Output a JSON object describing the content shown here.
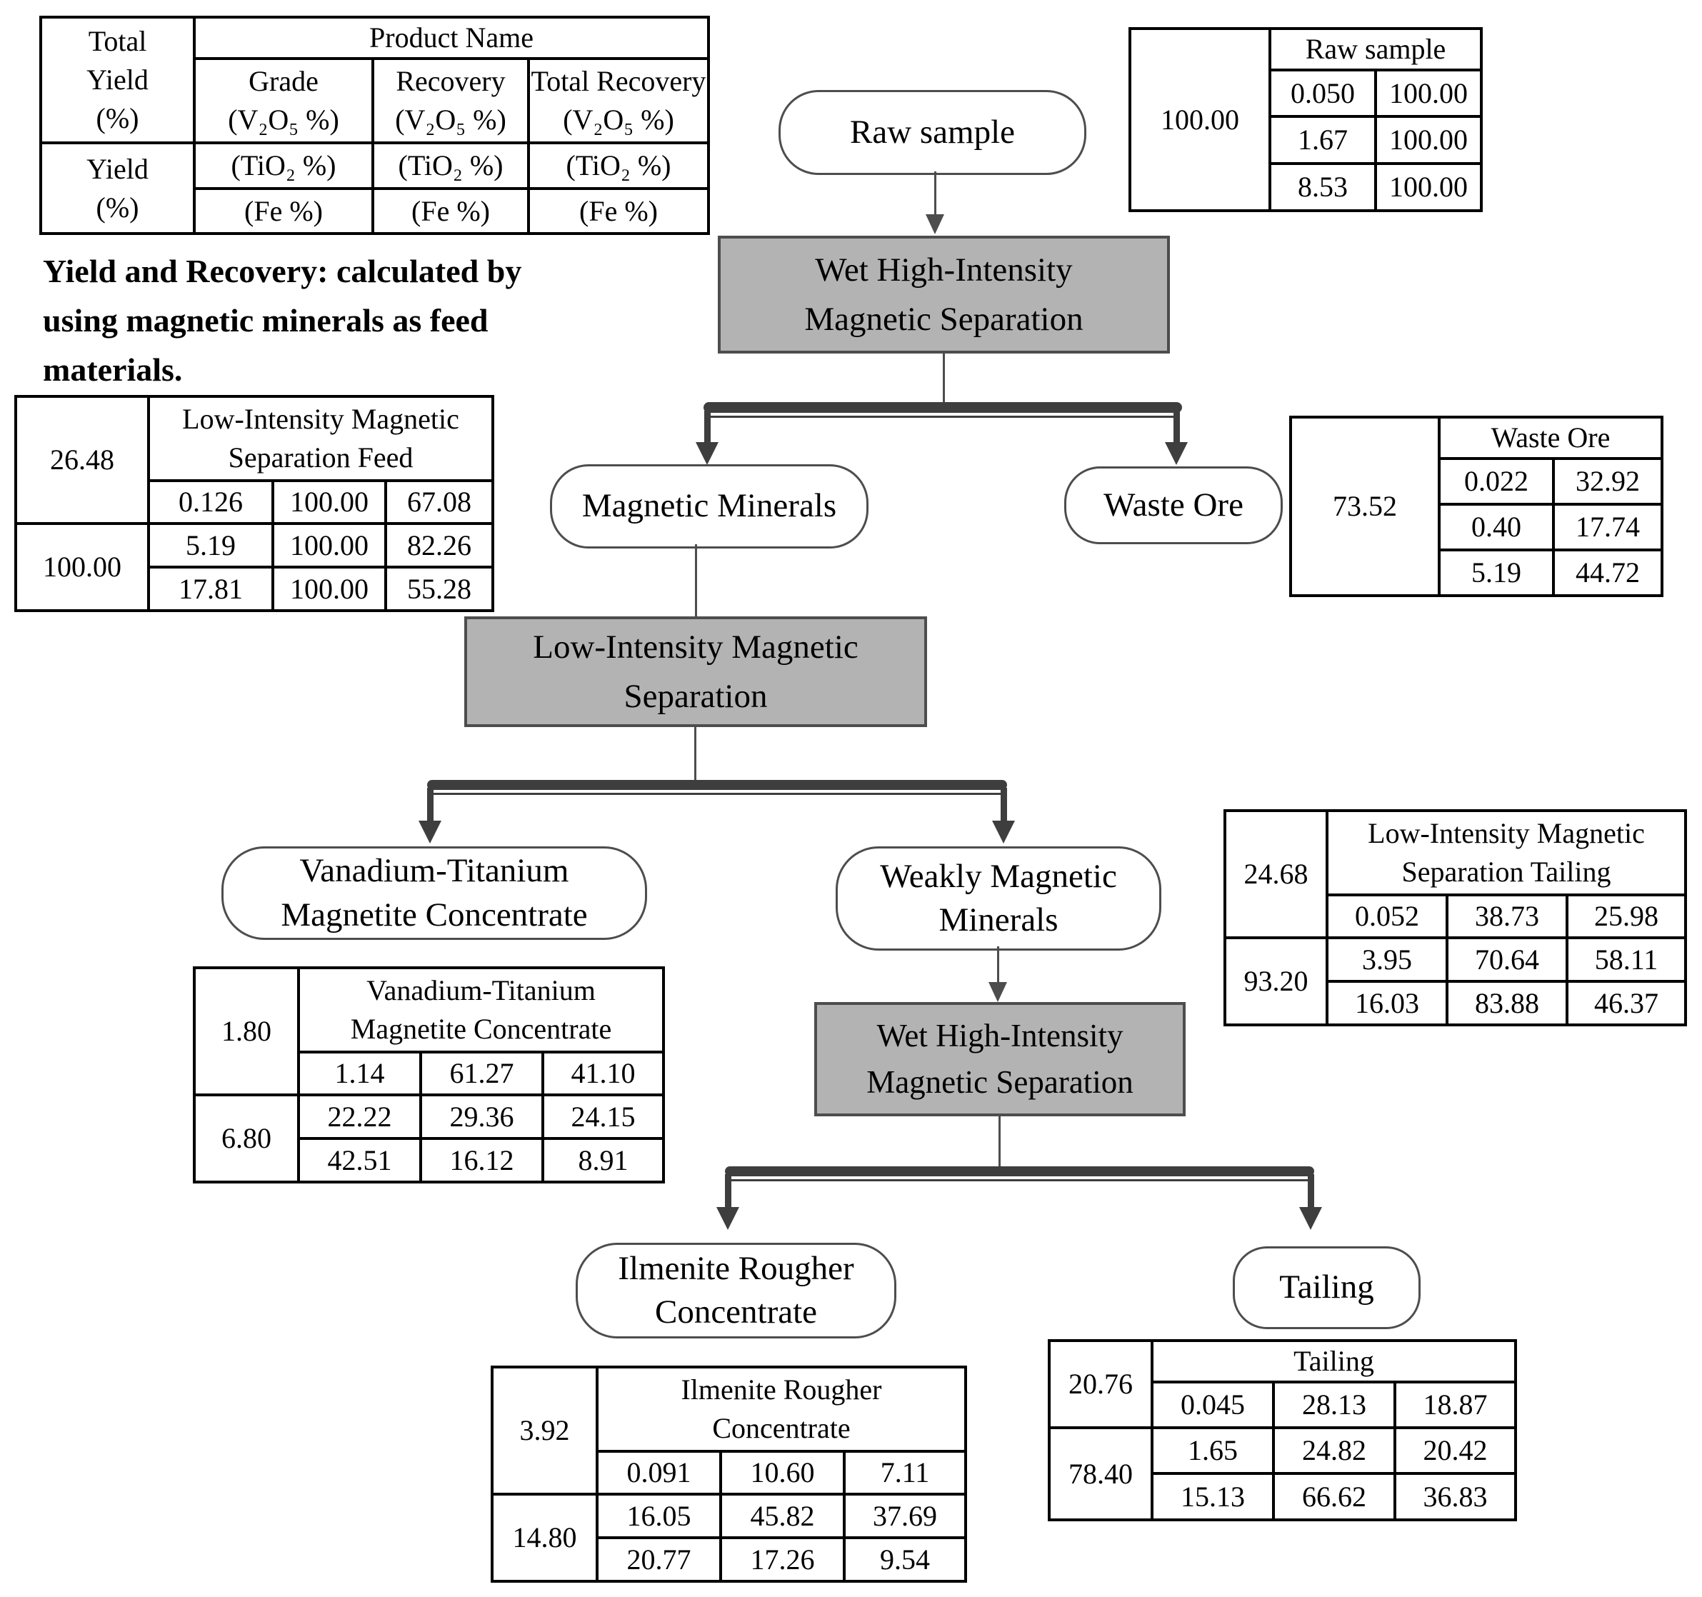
{
  "legend": {
    "total_yield_label": "Total\nYield\n(%)",
    "yield_label": "Yield\n(%)",
    "product_name": "Product Name",
    "grade": "Grade\n(V₂O₅ %)",
    "recovery": "Recovery\n(V₂O₅ %)",
    "total_recovery": "Total Recovery\n(V₂O₅ %)",
    "tio2": "(TiO₂ %)",
    "fe": "(Fe %)"
  },
  "note": "Yield and Recovery: calculated by\nusing magnetic minerals as feed\nmaterials.",
  "nodes": {
    "raw_sample": "Raw sample",
    "whims1": "Wet High-Intensity\nMagnetic Separation",
    "magnetic_minerals": "Magnetic Minerals",
    "waste_ore": "Waste Ore",
    "lims": "Low-Intensity Magnetic\nSeparation",
    "vt_concentrate": "Vanadium-Titanium\nMagnetite Concentrate",
    "weakly_magnetic": "Weakly Magnetic\nMinerals",
    "whims2": "Wet High-Intensity\nMagnetic Separation",
    "ilmenite": "Ilmenite Rougher\nConcentrate",
    "tailing": "Tailing"
  },
  "tables": {
    "raw_sample": {
      "total_yield": "100.00",
      "title": "Raw sample",
      "rows": [
        [
          "0.050",
          "100.00"
        ],
        [
          "1.67",
          "100.00"
        ],
        [
          "8.53",
          "100.00"
        ]
      ]
    },
    "waste_ore": {
      "total_yield": "73.52",
      "title": "Waste Ore",
      "rows": [
        [
          "0.022",
          "32.92"
        ],
        [
          "0.40",
          "17.74"
        ],
        [
          "5.19",
          "44.72"
        ]
      ]
    },
    "lims_feed": {
      "total_yield": "26.48",
      "yield": "100.00",
      "title": "Low-Intensity Magnetic\nSeparation Feed",
      "rows": [
        [
          "0.126",
          "100.00",
          "67.08"
        ],
        [
          "5.19",
          "100.00",
          "82.26"
        ],
        [
          "17.81",
          "100.00",
          "55.28"
        ]
      ]
    },
    "vt_concentrate": {
      "total_yield": "1.80",
      "yield": "6.80",
      "title": "Vanadium-Titanium\nMagnetite Concentrate",
      "rows": [
        [
          "1.14",
          "61.27",
          "41.10"
        ],
        [
          "22.22",
          "29.36",
          "24.15"
        ],
        [
          "42.51",
          "16.12",
          "8.91"
        ]
      ]
    },
    "lims_tailing": {
      "total_yield": "24.68",
      "yield": "93.20",
      "title": "Low-Intensity Magnetic\nSeparation Tailing",
      "rows": [
        [
          "0.052",
          "38.73",
          "25.98"
        ],
        [
          "3.95",
          "70.64",
          "58.11"
        ],
        [
          "16.03",
          "83.88",
          "46.37"
        ]
      ]
    },
    "ilmenite": {
      "total_yield": "3.92",
      "yield": "14.80",
      "title": "Ilmenite Rougher\nConcentrate",
      "rows": [
        [
          "0.091",
          "10.60",
          "7.11"
        ],
        [
          "16.05",
          "45.82",
          "37.69"
        ],
        [
          "20.77",
          "17.26",
          "9.54"
        ]
      ]
    },
    "tailing": {
      "total_yield": "20.76",
      "yield": "78.40",
      "title": "Tailing",
      "rows": [
        [
          "0.045",
          "28.13",
          "18.87"
        ],
        [
          "1.65",
          "24.82",
          "20.42"
        ],
        [
          "15.13",
          "66.62",
          "36.83"
        ]
      ]
    }
  }
}
